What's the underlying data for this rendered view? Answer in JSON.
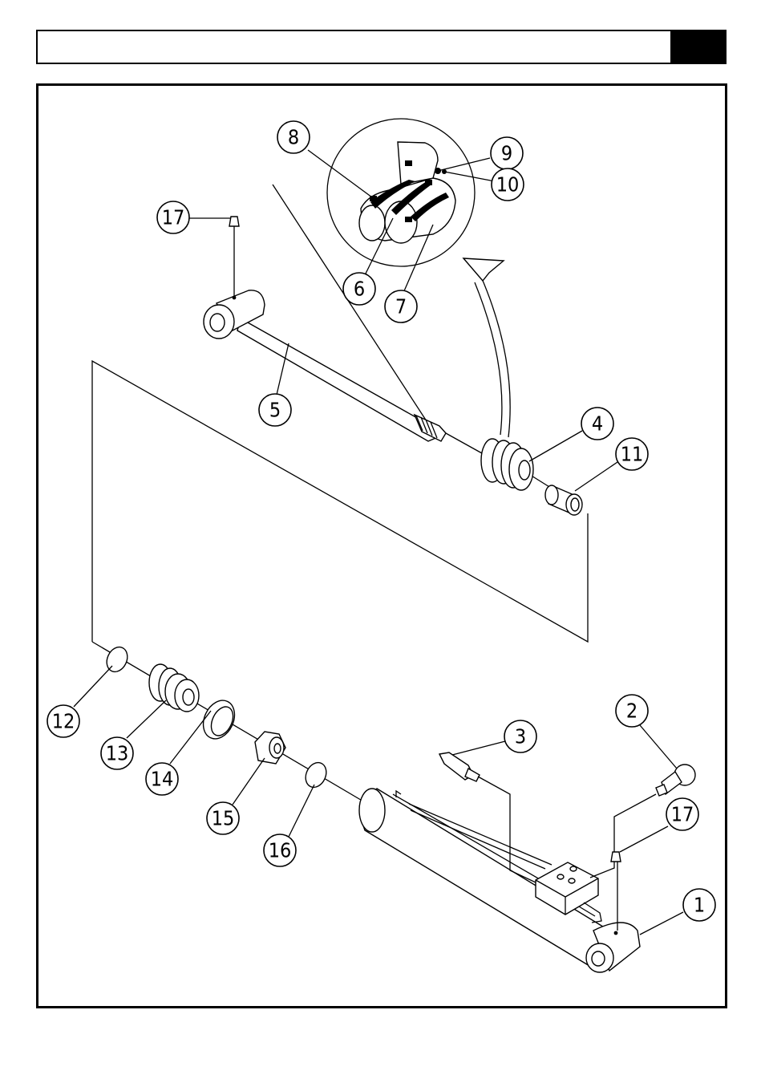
{
  "header": {
    "title": "",
    "page_marker": ""
  },
  "callouts": [
    {
      "id": "1",
      "label": "1"
    },
    {
      "id": "2",
      "label": "2"
    },
    {
      "id": "3",
      "label": "3"
    },
    {
      "id": "4",
      "label": "4"
    },
    {
      "id": "5",
      "label": "5"
    },
    {
      "id": "6",
      "label": "6"
    },
    {
      "id": "7",
      "label": "7"
    },
    {
      "id": "8",
      "label": "8"
    },
    {
      "id": "9",
      "label": "9"
    },
    {
      "id": "10",
      "label": "10"
    },
    {
      "id": "11",
      "label": "11"
    },
    {
      "id": "12",
      "label": "12"
    },
    {
      "id": "13",
      "label": "13"
    },
    {
      "id": "14",
      "label": "14"
    },
    {
      "id": "15",
      "label": "15"
    },
    {
      "id": "16",
      "label": "16"
    },
    {
      "id": "17a",
      "label": "17"
    },
    {
      "id": "17b",
      "label": "17"
    }
  ]
}
